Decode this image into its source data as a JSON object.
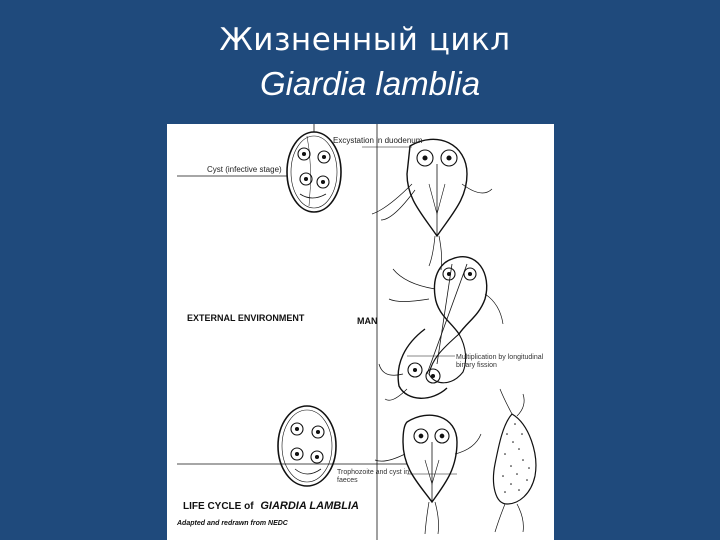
{
  "slide": {
    "title_line1": "Жизненный цикл",
    "title_line2": "Giardia lamblia"
  },
  "figure": {
    "labels": {
      "excystation": "Excystation in duodenum",
      "cyst_infective": "Cyst (infective stage)",
      "external_environment": "EXTERNAL ENVIRONMENT",
      "man": "MAN",
      "multiplication": "Multiplication by longitudinal binary fission",
      "trophozoite_cyst": "Trophozoite and cyst in faeces"
    },
    "caption": {
      "prefix": "LIFE CYCLE of",
      "species": "GIARDIA LAMBLIA"
    },
    "credit": "Adapted and redrawn from NEDC"
  }
}
